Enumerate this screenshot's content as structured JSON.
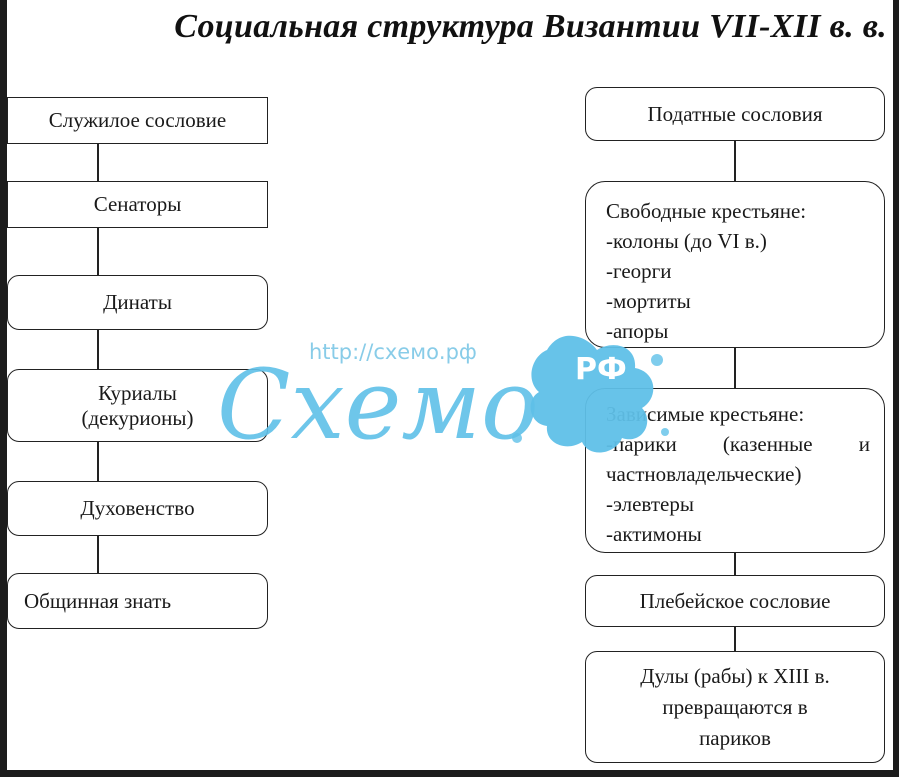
{
  "title": "Социальная структура Византии VII-XII в. в.",
  "left_column": [
    "Служилое сословие",
    "Сенаторы",
    "Динаты",
    "Куриалы",
    "(декурионы)",
    "Духовенство",
    "Общинная знать"
  ],
  "right_column": {
    "header": "Податные сословия",
    "free_peasants": {
      "heading": "Свободные крестьяне:",
      "items": [
        "-колоны (до VI в.)",
        "-георги",
        "-мортиты",
        "-апоры"
      ]
    },
    "dependent_peasants": {
      "heading": "Зависимые крестьяне:",
      "items": [
        "-парики",
        "(казенные",
        "и",
        "частновладельческие)",
        "-элевтеры",
        "-актимоны"
      ]
    },
    "plebeian": "Плебейское сословие",
    "slaves": [
      "Дулы (рабы) к XIII в.",
      "превращаются в",
      "париков"
    ]
  },
  "watermark": {
    "url": "http://схемо.рф",
    "word": "Cхемо",
    "badge": "РФ",
    "color": "#5fc0e8"
  }
}
